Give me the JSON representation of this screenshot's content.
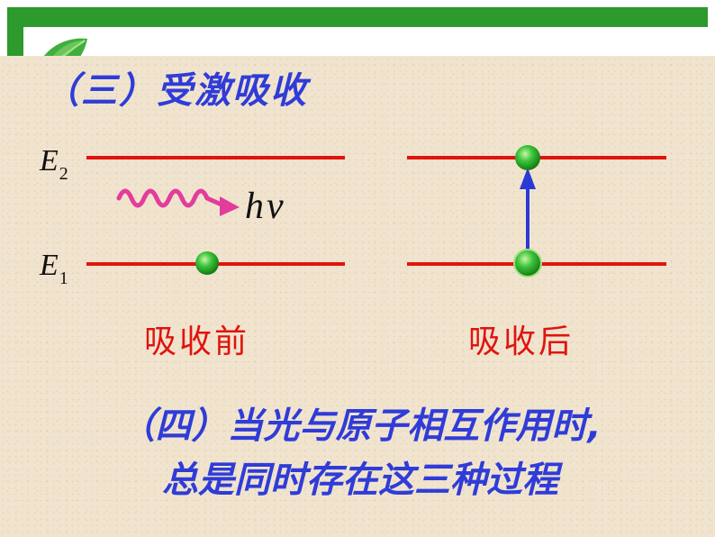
{
  "section_title": "（三）受激吸收",
  "levels": {
    "upper": {
      "symbol": "E",
      "subscript": "2"
    },
    "lower": {
      "symbol": "E",
      "subscript": "1"
    }
  },
  "photon_label": "hν",
  "captions": {
    "before": "吸收前",
    "after": "吸收后"
  },
  "conclusion": {
    "line1": "（四）当光与原子相互作用时,",
    "line2": "总是同时存在这三种过程"
  },
  "colors": {
    "title_blue": "#2f3cd8",
    "level_line_red": "#e0140e",
    "caption_red": "#e0140e",
    "photon_pink": "#e23c9c",
    "atom_green": "#2fb52f",
    "transition_arrow_blue": "#2a3ad6",
    "frame_green": "#2c9a2c"
  },
  "icons": {
    "decoration": "leaf-icon",
    "photon": "wavy-arrow-icon",
    "transition": "up-arrow-icon"
  }
}
